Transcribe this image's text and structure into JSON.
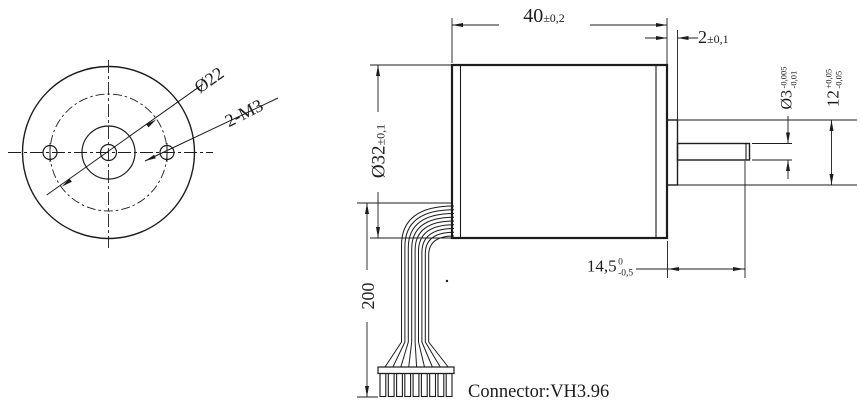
{
  "front_view": {
    "bolt_circle_diameter": "Ø22",
    "mounting_holes": "2-M3"
  },
  "side_view": {
    "body_length": {
      "value": "40",
      "tolerance": "±0,2"
    },
    "boss_length": {
      "value": "2",
      "tolerance": "±0,1"
    },
    "body_diameter": {
      "value": "Ø32",
      "tolerance": "±0,1"
    },
    "shaft_diameter": {
      "value": "Ø3",
      "tolerance_upper": "-0,005",
      "tolerance_lower": "-0,01"
    },
    "boss_diameter": {
      "value": "12",
      "tolerance_upper": "+0,05",
      "tolerance_lower": "-0,05"
    },
    "shaft_length": {
      "value": "14,5",
      "tolerance_upper": "0",
      "tolerance_lower": "-0,5"
    },
    "lead_wire_length": "200",
    "connector": "Connector:VH3.96"
  },
  "colors": {
    "line": "#1c1c1c",
    "background": "#ffffff"
  }
}
